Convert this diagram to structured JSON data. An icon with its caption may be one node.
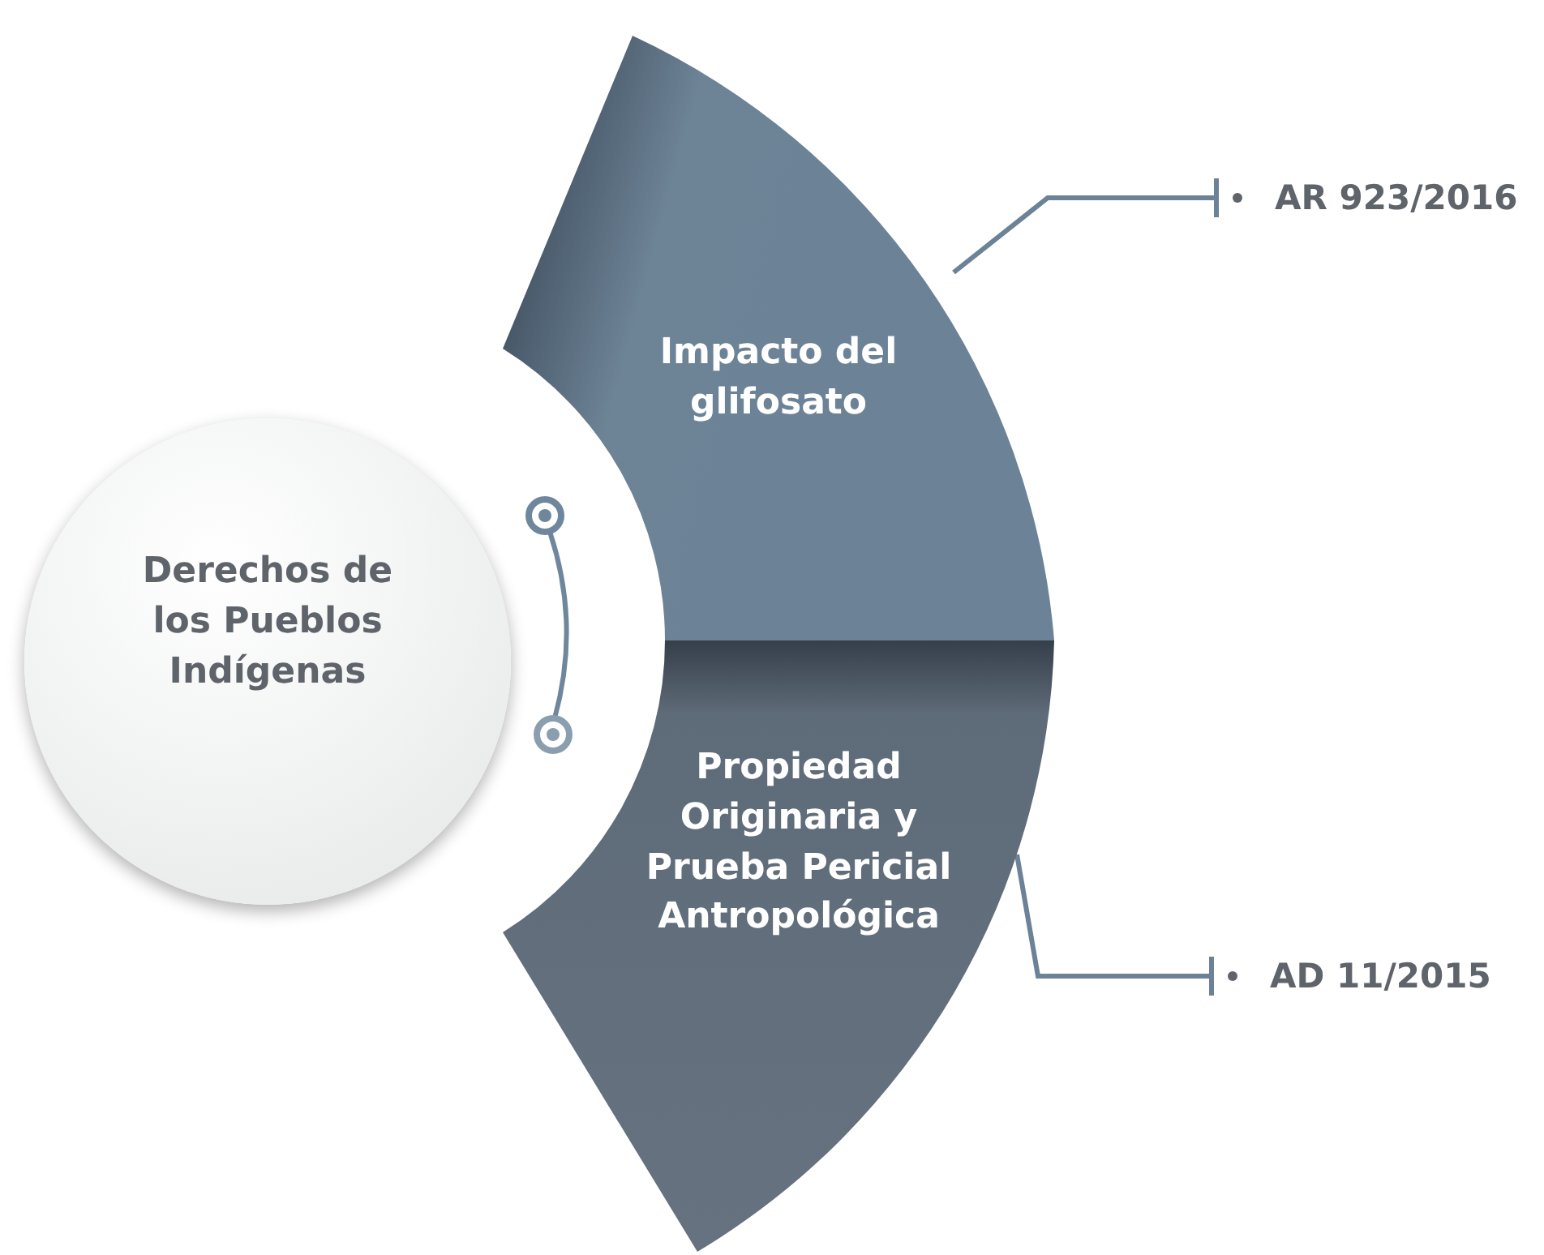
{
  "diagram": {
    "nodes": [
      {
        "text": [
          "Derechos de los Pueblos Indígenas"
        ]
      },
      {
        "text": [
          "Impacto del glifosato"
        ]
      },
      {
        "text": [
          "Propiedad Originaria y Prueba Pericial Antropológica"
        ]
      },
      {
        "text": [
          "AR 923/2016"
        ]
      },
      {
        "text": [
          "AD 11/2015"
        ]
      }
    ],
    "edges": [
      {
        "from": 1,
        "to": 3,
        "arrow": "other"
      },
      {
        "from": 2,
        "to": 4,
        "arrow": "other"
      }
    ]
  }
}
